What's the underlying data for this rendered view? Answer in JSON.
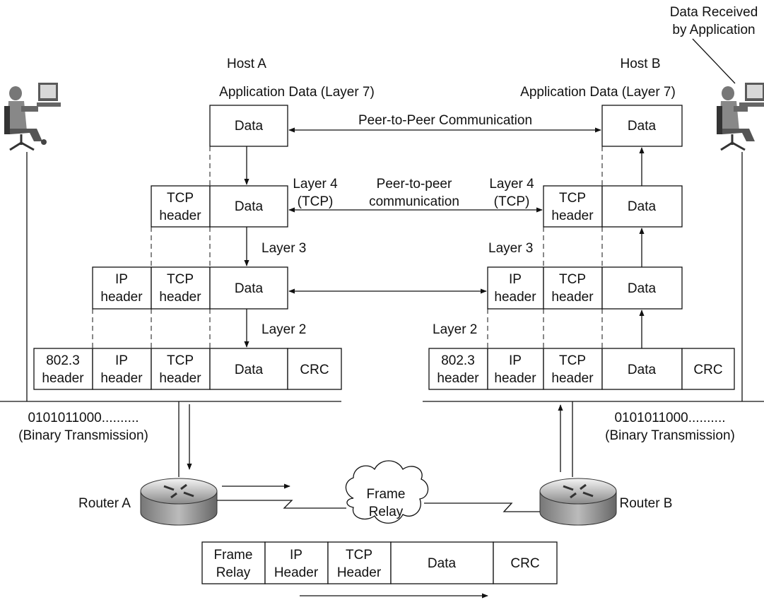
{
  "caption": {
    "line1": "Data Received",
    "line2": "by Application"
  },
  "host_a": {
    "title": "Host A",
    "app_label": "Application Data (Layer 7)"
  },
  "host_b": {
    "title": "Host B",
    "app_label": "Application Data (Layer 7)"
  },
  "peer7": "Peer-to-Peer Communication",
  "peer4": {
    "line1": "Peer-to-peer",
    "line2": "communication"
  },
  "layer4": {
    "line1": "Layer 4",
    "line2": "(TCP)"
  },
  "layer3": "Layer 3",
  "layer2": "Layer 2",
  "cells": {
    "data": "Data",
    "tcp_header": [
      "TCP",
      "header"
    ],
    "ip_header": [
      "IP",
      "header"
    ],
    "eth_header": [
      "802.3",
      "header"
    ],
    "crc": "CRC"
  },
  "binary": {
    "line1": "0101011000..........",
    "line2": "(Binary Transmission)"
  },
  "router_a": "Router A",
  "router_b": "Router B",
  "cloud": {
    "line1": "Frame",
    "line2": "Relay"
  },
  "frame_cells": {
    "fr": [
      "Frame",
      "Relay"
    ],
    "ip": [
      "IP",
      "Header"
    ],
    "tcp": [
      "TCP",
      "Header"
    ],
    "data": "Data",
    "crc": "CRC"
  }
}
